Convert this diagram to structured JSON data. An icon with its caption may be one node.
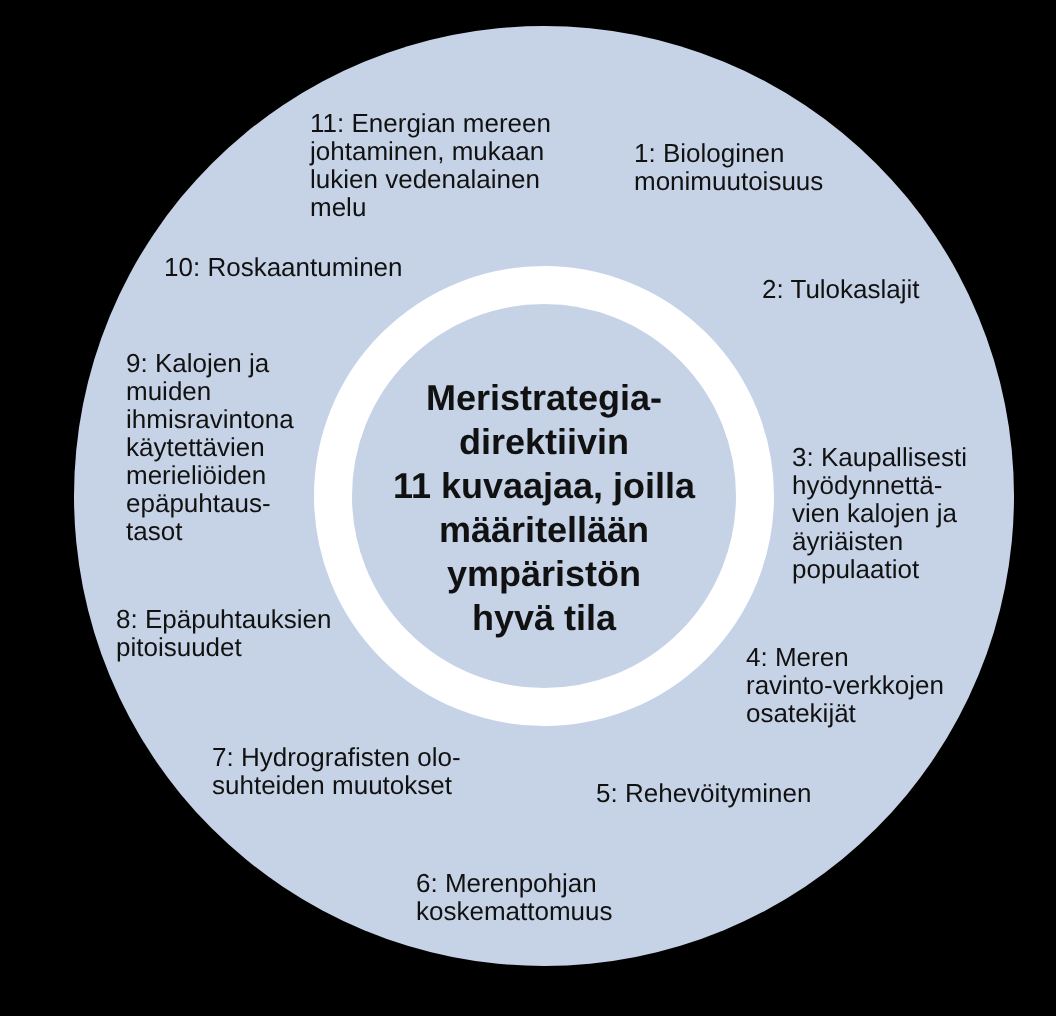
{
  "diagram": {
    "nodes": [
      {
        "text": [],
        "shape": "circle"
      },
      {
        "text": [
          "Meristrategia- direktiivin 11 kuvaajaa, joilla määritellään ympäristön hyvä tila"
        ],
        "in": 0
      }
    ],
    "labels": [
      "11: Energian mereen johtaminen, mukaan lukien vedenalainen melu",
      "1: Biologinen monimuutoisuus",
      "10: Roskaantuminen",
      "2: Tulokaslajit",
      "9: Kalojen ja muiden ihmisravintona käytettävien merieliöiden epäpuhtaus- tasot",
      "3: Kaupallisesti hyödynnettä- vien kalojen ja äyriäisten populaatiot",
      "8: Epäpuhtauksien pitoisuudet",
      "4: Meren ravinto-verkkojen osatekijät",
      "7: Hydrografisten olo- suhteiden muutokset",
      "5: Rehevöityminen",
      "6: Merenpohjan koskemattomuus"
    ]
  }
}
